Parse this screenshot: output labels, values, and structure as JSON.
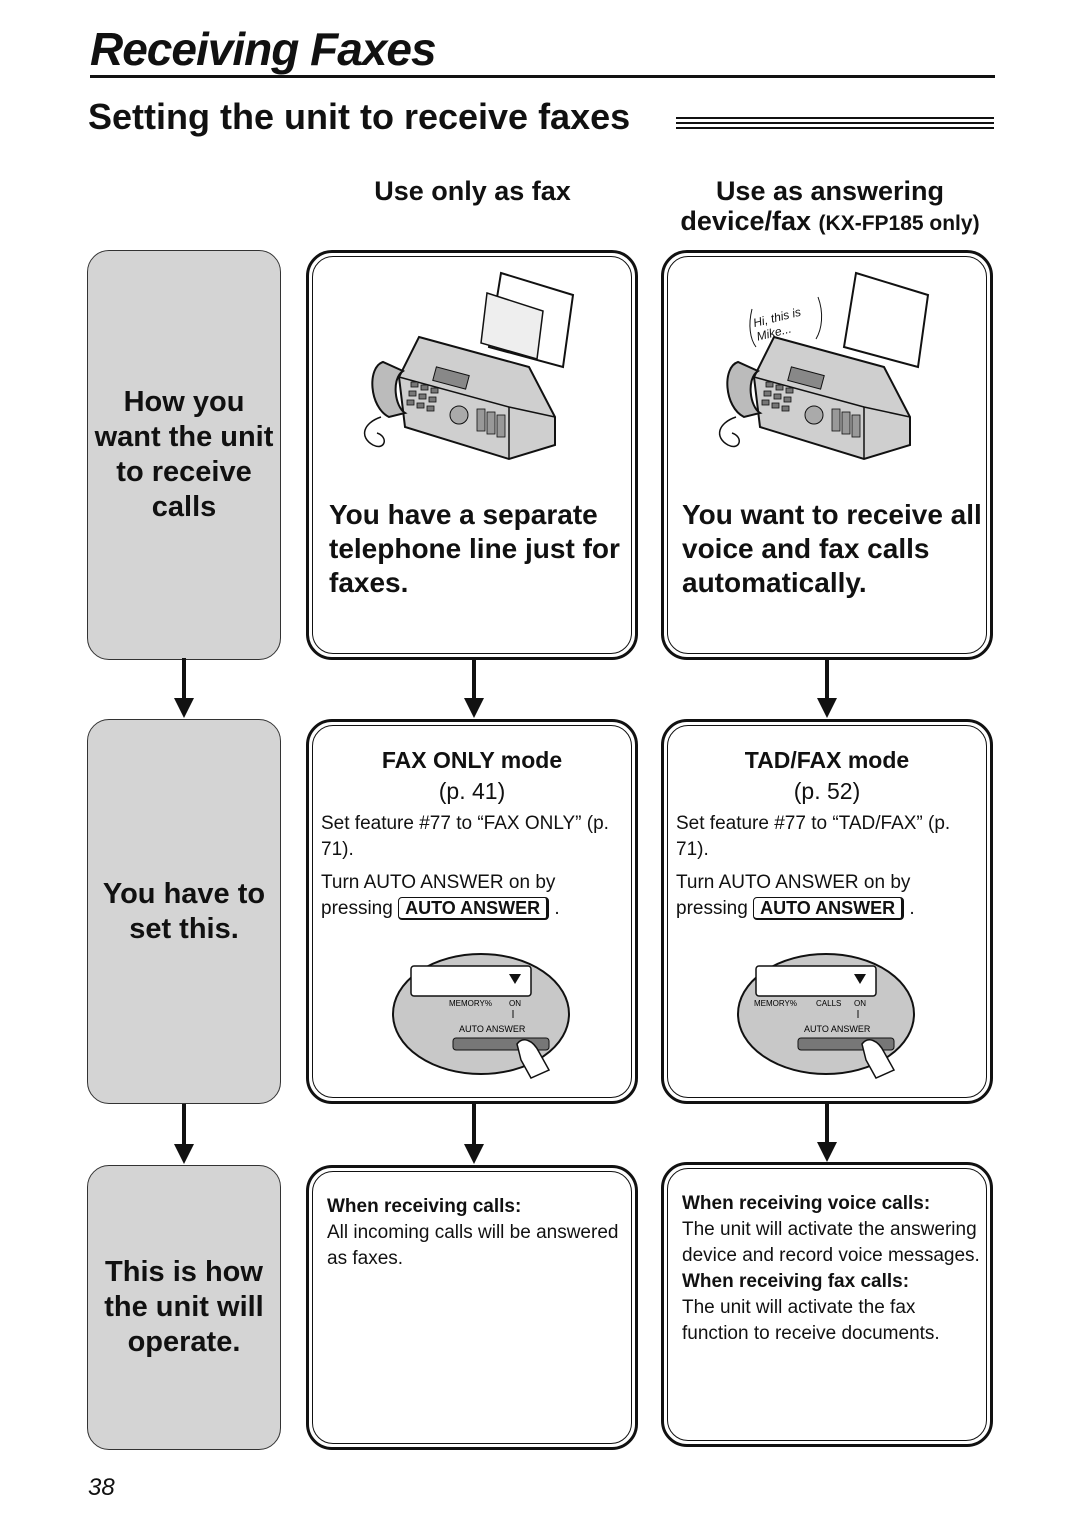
{
  "header": {
    "chapter_title": "Receiving Faxes",
    "section_title": "Setting the unit to receive faxes"
  },
  "columns": {
    "fax_only": {
      "heading": "Use only as fax"
    },
    "answering": {
      "heading_line1": "Use as answering",
      "heading_line2": "device/fax",
      "model_note": "(KX-FP185 only)"
    }
  },
  "rows": {
    "how": "How you want the unit to receive calls",
    "set": "You have to set this.",
    "operate": "This is how the unit will operate."
  },
  "fax_only": {
    "description": "You have a separate telephone line just for faxes.",
    "mode_title": "FAX ONLY mode",
    "page_ref": "(p. 41)",
    "step1": "Set feature #77 to “FAX ONLY” (p. 71).",
    "step2_prefix": "Turn AUTO ANSWER on by pressing",
    "key": "AUTO ANSWER",
    "step2_suffix": ".",
    "panel_labels": {
      "memory": "MEMORY%",
      "on": "ON",
      "auto_answer": "AUTO ANSWER"
    },
    "operation_label": "When receiving calls:",
    "operation_text": "All incoming calls will be answered as faxes."
  },
  "answering": {
    "speech": "Hi, this is Mike...",
    "description": "You want to receive all voice and fax calls automatically.",
    "mode_title": "TAD/FAX mode",
    "page_ref": "(p. 52)",
    "step1": "Set feature #77 to “TAD/FAX” (p. 71).",
    "step2_prefix": "Turn AUTO ANSWER on by pressing",
    "key": "AUTO ANSWER",
    "step2_suffix": ".",
    "panel_labels": {
      "memory": "MEMORY%",
      "calls": "CALLS",
      "on": "ON",
      "auto_answer": "AUTO ANSWER"
    },
    "voice_label": "When receiving voice calls:",
    "voice_text": "The unit will activate the answering device and record voice messages.",
    "fax_label": "When receiving fax calls:",
    "fax_text": "The unit will activate the fax function to receive documents."
  },
  "footer": {
    "page_number": "38"
  }
}
